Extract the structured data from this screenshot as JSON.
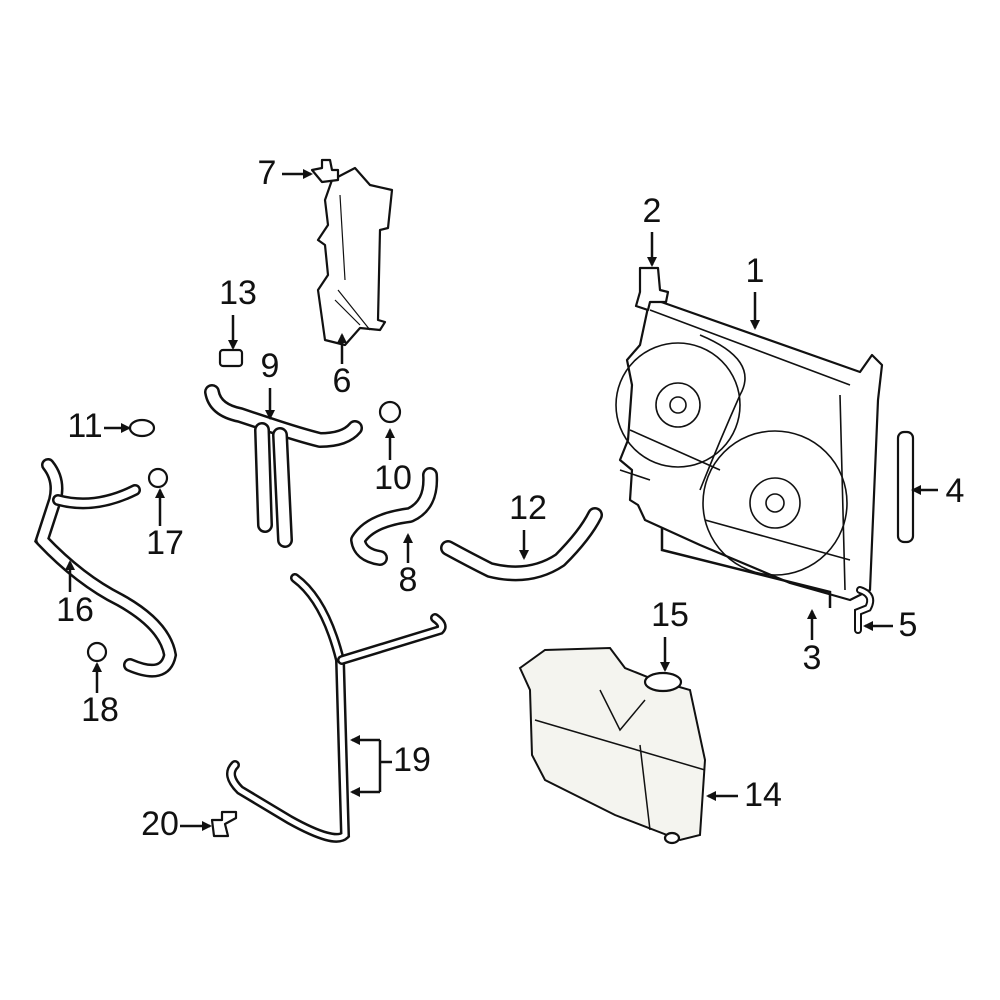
{
  "diagram": {
    "highlight_color": "#2f5fc4",
    "highlighted_part": "1",
    "callouts": [
      "1",
      "2",
      "3",
      "4",
      "5",
      "6",
      "7",
      "8",
      "9",
      "10",
      "11",
      "12",
      "13",
      "14",
      "15",
      "16",
      "17",
      "18",
      "19",
      "20"
    ]
  }
}
